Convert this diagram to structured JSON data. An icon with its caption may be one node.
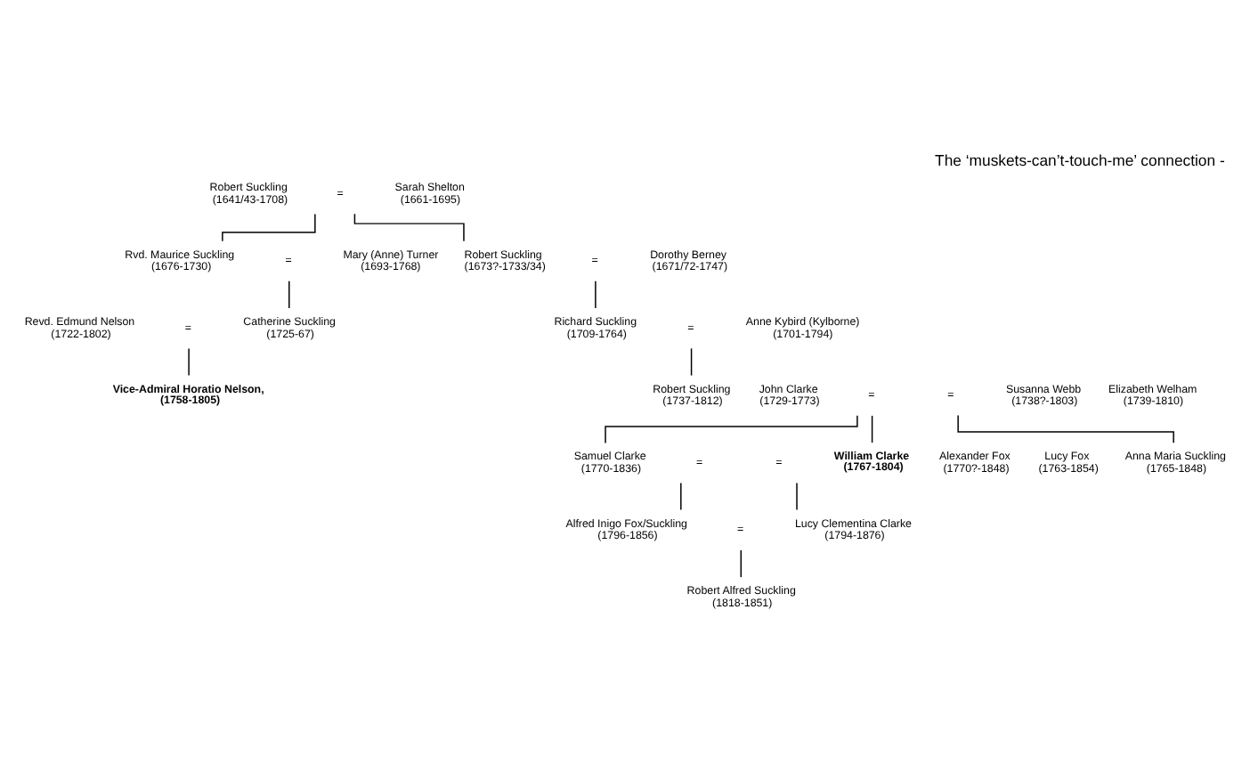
{
  "diagram": {
    "title": "The ‘muskets-can’t-touch-me’ connection -",
    "nodes": [
      {
        "text": [
          "Robert Suckling",
          "(1641/43-1708)"
        ]
      },
      {
        "text": [
          "="
        ]
      },
      {
        "text": [
          "Sarah Shelton",
          "(1661-1695)"
        ]
      },
      {
        "text": [
          "Rvd. Maurice Suckling",
          "(1676-1730)"
        ]
      },
      {
        "text": [
          "="
        ]
      },
      {
        "text": [
          "Mary (Anne) Turner",
          "(1693-1768)"
        ]
      },
      {
        "text": [
          "Robert Suckling",
          "(1673?-1733/34)"
        ]
      },
      {
        "text": [
          "="
        ]
      },
      {
        "text": [
          "Dorothy Berney",
          "(1671/72-1747)"
        ]
      },
      {
        "text": [
          "Revd. Edmund Nelson",
          "(1722-1802)"
        ]
      },
      {
        "text": [
          "="
        ]
      },
      {
        "text": [
          "Catherine Suckling",
          "(1725-67)"
        ]
      },
      {
        "text": [
          "Richard Suckling",
          "(1709-1764)"
        ]
      },
      {
        "text": [
          "="
        ]
      },
      {
        "text": [
          "Anne Kybird (Kylborne)",
          "(1701-1794)"
        ]
      },
      {
        "text": [
          "Vice-Admiral Horatio Nelson,",
          "(1758-1805)"
        ]
      },
      {
        "text": [
          "Robert Suckling",
          "(1737-1812)"
        ]
      },
      {
        "text": [
          "="
        ]
      },
      {
        "text": [
          "Susanna Webb",
          "(1738?-1803)"
        ]
      },
      {
        "text": [
          "John Clarke",
          "(1729-1773)"
        ]
      },
      {
        "text": [
          "="
        ]
      },
      {
        "text": [
          "Elizabeth Welham",
          "(1739-1810)"
        ]
      },
      {
        "text": [
          "Alexander Fox",
          "(1770?-1848)"
        ]
      },
      {
        "text": [
          "="
        ]
      },
      {
        "text": [
          "Anna Maria Suckling",
          "(1765-1848)"
        ]
      },
      {
        "text": [
          "Samuel Clarke",
          "(1770-1836)"
        ]
      },
      {
        "text": [
          "="
        ]
      },
      {
        "text": [
          "Lucy Fox",
          "(1763-1854)"
        ]
      },
      {
        "text": [
          "William Clarke",
          "(1767-1804)"
        ]
      },
      {
        "text": [
          "Alfred Inigo Fox/Suckling",
          "(1796-1856)"
        ]
      },
      {
        "text": [
          "="
        ]
      },
      {
        "text": [
          "Lucy Clementina Clarke",
          "(1794-1876)"
        ]
      },
      {
        "text": [
          "Robert Alfred Suckling",
          "(1818-1851)"
        ]
      }
    ],
    "edges": [
      {
        "from": 1,
        "to": 3,
        "arrow": "none"
      },
      {
        "from": 1,
        "to": 6,
        "arrow": "none"
      },
      {
        "from": 4,
        "to": 11,
        "arrow": "none"
      },
      {
        "from": 7,
        "to": 12,
        "arrow": "none"
      },
      {
        "from": 10,
        "to": 15,
        "arrow": "none"
      },
      {
        "from": 13,
        "to": 16,
        "arrow": "none"
      },
      {
        "from": 17,
        "to": 24,
        "arrow": "none"
      },
      {
        "from": 20,
        "to": 25,
        "arrow": "none"
      },
      {
        "from": 20,
        "to": 28,
        "arrow": "none"
      },
      {
        "from": 23,
        "to": 29,
        "arrow": "none"
      },
      {
        "from": 26,
        "to": 31,
        "arrow": "none"
      },
      {
        "from": 30,
        "to": 32,
        "arrow": "none"
      }
    ]
  }
}
